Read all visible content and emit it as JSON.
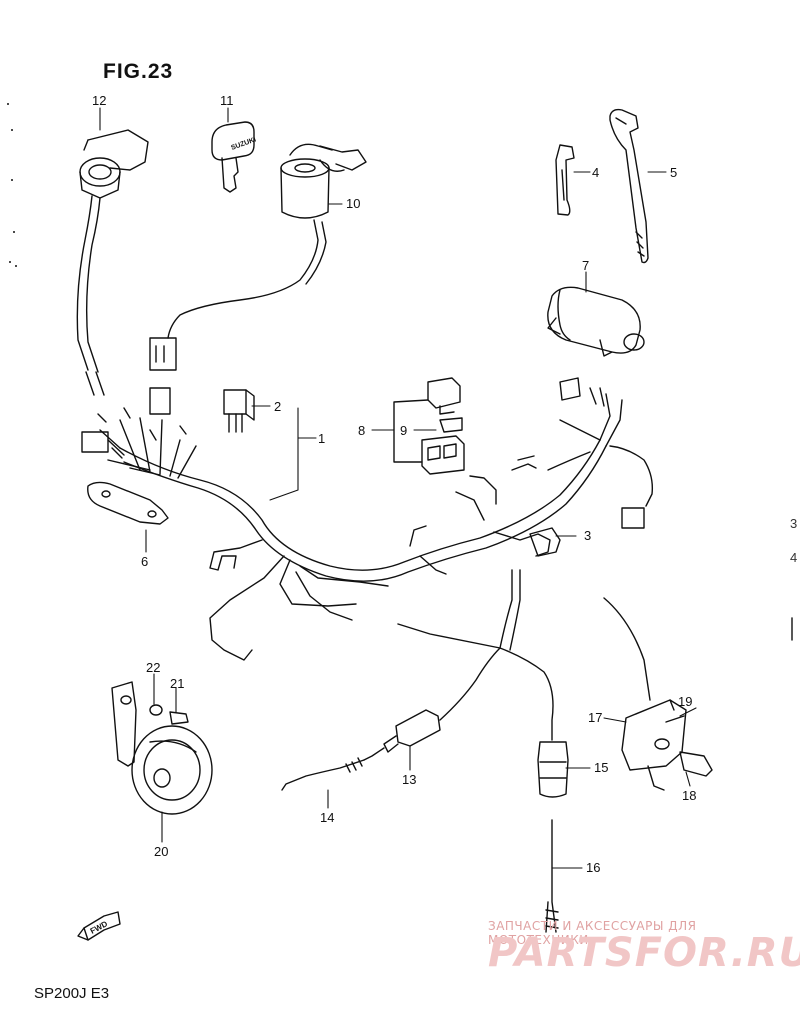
{
  "figure": {
    "title": "FIG.23",
    "model": "SP200J  E3"
  },
  "watermark": {
    "tagline": "ЗАПЧАСТИ И АКСЕССУАРЫ ДЛЯ МОТОТЕХНИКИ",
    "logo": "PARTSFOR.RU"
  },
  "key_brand": "SUZUKI",
  "fwd_label": "FWD",
  "edge_marks": [
    "3",
    "4"
  ],
  "callouts": {
    "c1": "1",
    "c2": "2",
    "c3": "3",
    "c4": "4",
    "c5": "5",
    "c6": "6",
    "c7": "7",
    "c8": "8",
    "c9": "9",
    "c10": "10",
    "c11": "11",
    "c12": "12",
    "c13": "13",
    "c14": "14",
    "c15": "15",
    "c16": "16",
    "c17": "17",
    "c18": "18",
    "c19": "19",
    "c20": "20",
    "c21": "21",
    "c22": "22"
  }
}
